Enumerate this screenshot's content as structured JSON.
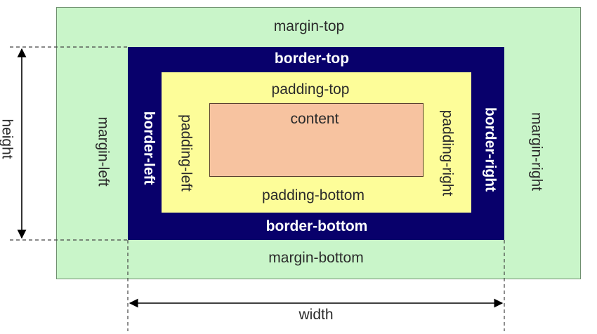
{
  "colors": {
    "margin": "#c9f5c9",
    "border": "#08006b",
    "padding": "#fdfd99",
    "content": "#f7c3a0"
  },
  "labels": {
    "margin_top": "margin-top",
    "margin_bottom": "margin-bottom",
    "margin_left": "margin-left",
    "margin_right": "margin-right",
    "border_top": "border-top",
    "border_bottom": "border-bottom",
    "border_left": "border-left",
    "border_right": "border-right",
    "padding_top": "padding-top",
    "padding_bottom": "padding-bottom",
    "padding_left": "padding-left",
    "padding_right": "padding-right",
    "content": "content",
    "height": "height",
    "width": "width"
  }
}
